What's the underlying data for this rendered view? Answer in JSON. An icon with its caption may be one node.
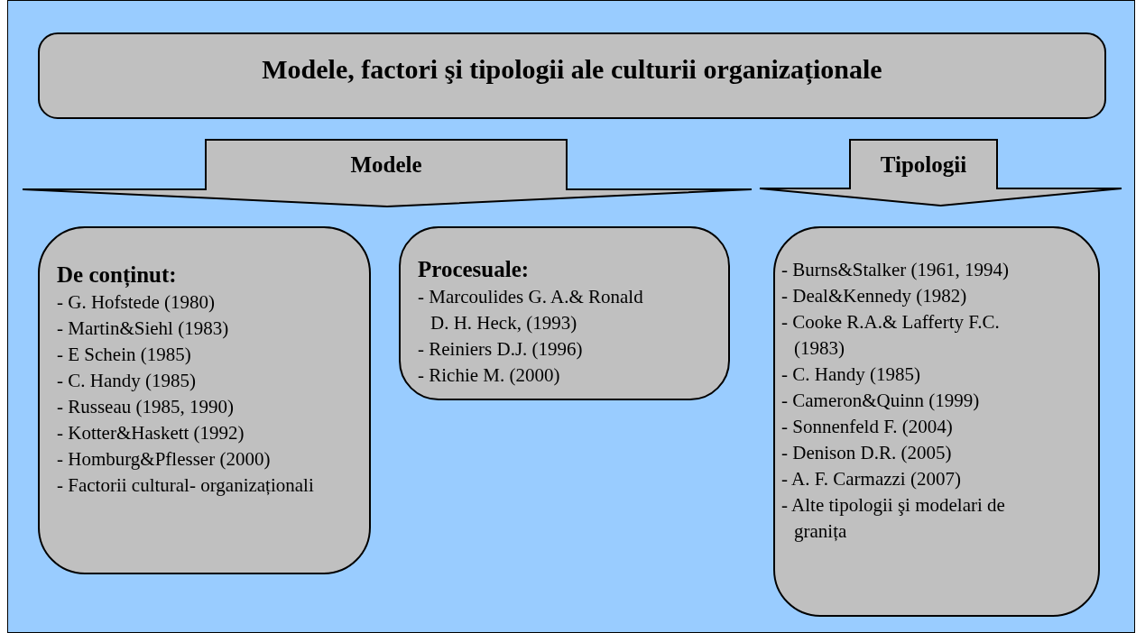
{
  "diagram": {
    "nodes": [
      {
        "text": [
          "Modele, factori şi tipologii ale culturii organizaționale"
        ]
      },
      {
        "text": [
          "Modele"
        ]
      },
      {
        "text": [
          "Tipologii"
        ]
      },
      {
        "text": [
          "De conținut:",
          "- G. Hofstede (1980)",
          "- Martin&Siehl (1983)",
          "- E Schein (1985)",
          "- C. Handy (1985)",
          "- Russeau (1985, 1990)",
          "- Kotter&Haskett (1992)",
          "- Homburg&Pflesser (2000)",
          "- Factorii cultural- organizaționali"
        ]
      },
      {
        "text": [
          "Procesuale:",
          "- Marcoulides G. A.& Ronald D. H. Heck, (1993)",
          "- Reiniers D.J. (1996)",
          "- Richie M. (2000)"
        ]
      },
      {
        "text": [
          "- Burns&Stalker (1961, 1994)",
          "- Deal&Kennedy (1982)",
          "- Cooke R.A.& Lafferty F.C. (1983)",
          "- C. Handy (1985)",
          "- Cameron&Quinn (1999)",
          "- Sonnenfeld F. (2004)",
          "- Denison D.R. (2005)",
          "- A. F. Carmazzi (2007)",
          "- Alte tipologii şi modelari de granița"
        ]
      }
    ]
  }
}
